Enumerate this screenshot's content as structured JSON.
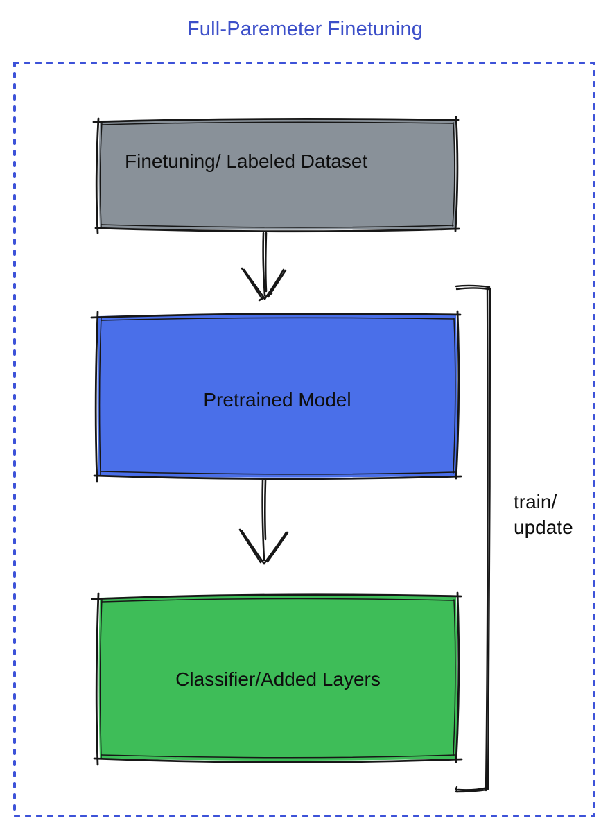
{
  "title": "Full-Paremeter Finetuning",
  "boxes": {
    "dataset": {
      "label": "Finetuning/ Labeled Dataset",
      "fill": "#899199"
    },
    "pretrained": {
      "label": "Pretrained Model",
      "fill": "#4A6FE9"
    },
    "classifier": {
      "label": "Classifier/Added Layers",
      "fill": "#3EBD58"
    }
  },
  "bracket": {
    "label_line1": "train/",
    "label_line2": "update"
  },
  "colors": {
    "title_blue": "#3C4FC9",
    "dotted_border_blue": "#3D52D8",
    "sketch_stroke": "#171717",
    "label_text": "#0e0e0e"
  }
}
